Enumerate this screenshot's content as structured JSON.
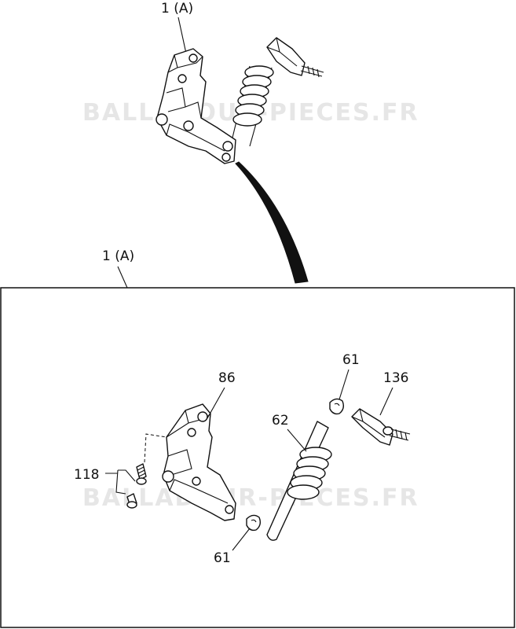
{
  "watermark": "BALLADOUR-PIECES.FR",
  "callouts": {
    "assembly_top": "1 (A)",
    "assembly_box": "1 (A)",
    "part_86": "86",
    "part_61_upper": "61",
    "part_136": "136",
    "part_62": "62",
    "part_118": "118",
    "part_61_lower": "61"
  },
  "colors": {
    "line": "#111111",
    "watermark": "#e6e6e6",
    "background": "#ffffff"
  }
}
